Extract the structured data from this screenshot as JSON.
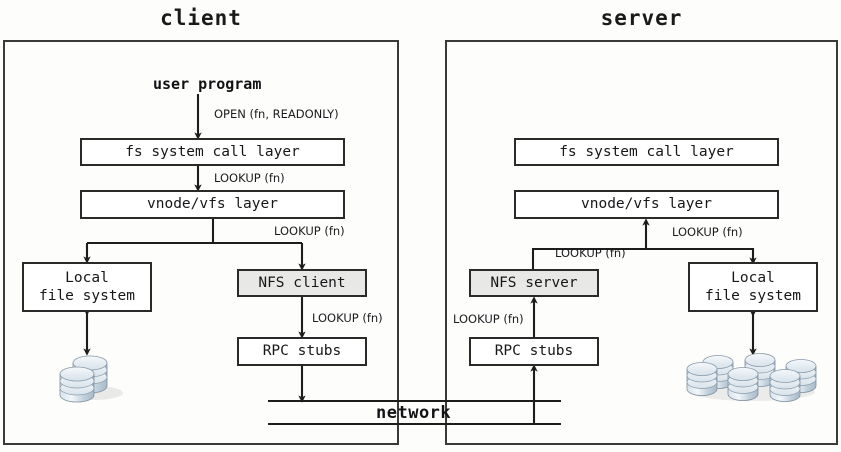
{
  "diagram": {
    "title_client": "client",
    "title_server": "server",
    "network_label": "network"
  },
  "client": {
    "user_program": "user program",
    "nodes": {
      "fs_syscall": "fs system call layer",
      "vnode_vfs": "vnode/vfs layer",
      "local_fs_line1": "Local",
      "local_fs_line2": "file system",
      "nfs_client": "NFS client",
      "rpc_stubs": "RPC stubs"
    },
    "edges": {
      "open": "OPEN (fn, READONLY)",
      "lookup_syscall_to_vfs": "LOOKUP (fn)",
      "lookup_vfs_to_nfs": "LOOKUP (fn)",
      "lookup_nfs_to_rpc": "LOOKUP (fn)"
    }
  },
  "server": {
    "nodes": {
      "fs_syscall": "fs system call layer",
      "vnode_vfs": "vnode/vfs layer",
      "nfs_server": "NFS server",
      "rpc_stubs": "RPC stubs",
      "local_fs_line1": "Local",
      "local_fs_line2": "file system"
    },
    "edges": {
      "lookup_rpc_to_nfs": "LOOKUP (fn)",
      "lookup_nfs_to_vfs": "LOOKUP (fn)",
      "lookup_vfs_to_localfs": "LOOKUP (fn)"
    }
  },
  "colors": {
    "stroke": "#2a2a28",
    "panel_stroke": "#3a3a38",
    "shaded_fill": "#e8e8e6",
    "background": "#fdfdfb",
    "disk_top": "#eef3f7",
    "disk_body": "#b9c8d4"
  },
  "icons": {
    "client_disks": "disk-stack-icon",
    "server_disks": "disk-stack-icon"
  }
}
